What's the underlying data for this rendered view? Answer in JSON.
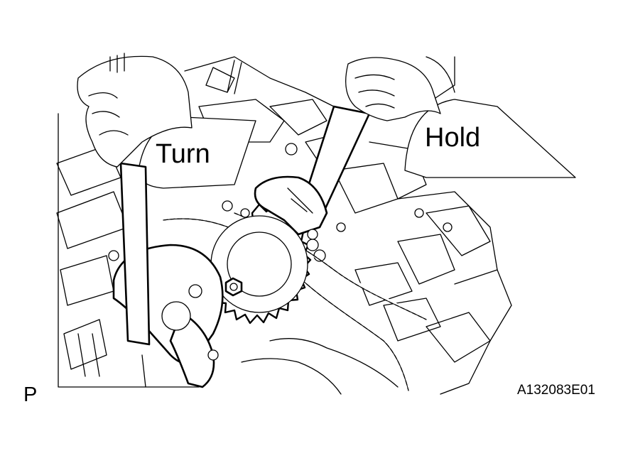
{
  "labels": {
    "turn": "Turn",
    "hold": "Hold"
  },
  "figure_code": "A132083E01",
  "view_letter": "P"
}
